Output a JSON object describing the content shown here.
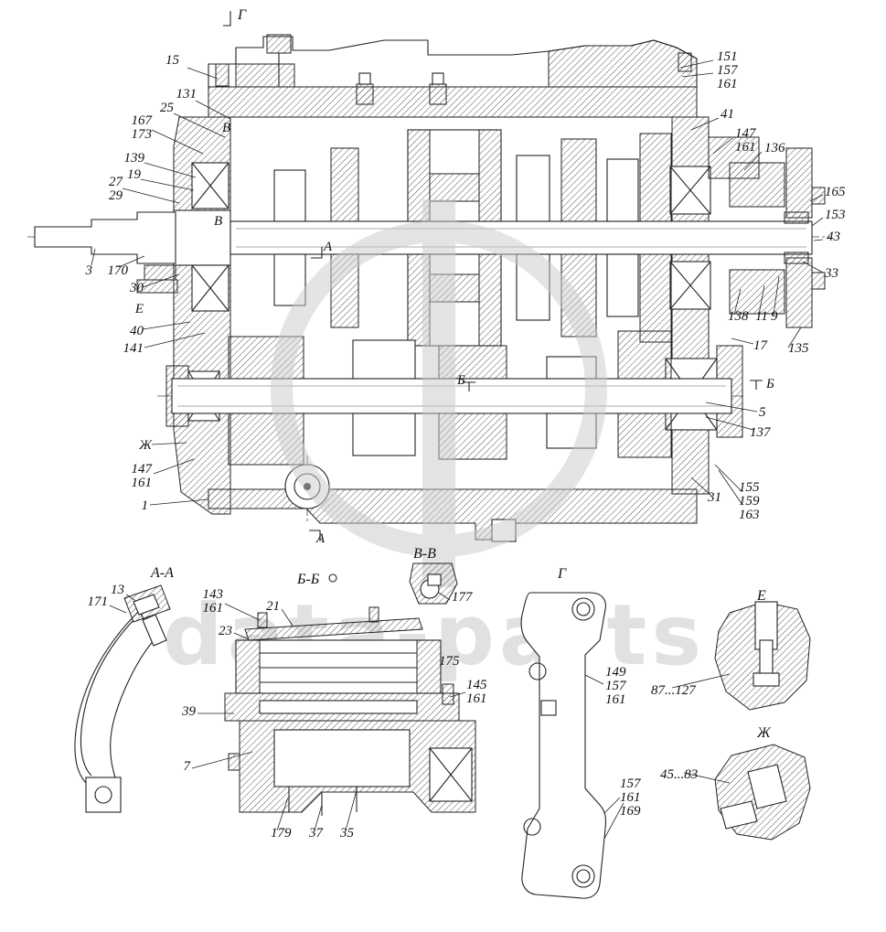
{
  "watermark": {
    "text": "data-parts"
  },
  "main": {
    "marker_top": "Г",
    "left": [
      "15",
      "131",
      "25",
      "167",
      "173",
      "139",
      "19",
      "27",
      "29",
      "3",
      "170",
      "30",
      "Е",
      "40",
      "141",
      "Ж",
      "147",
      "161",
      "1"
    ],
    "top": [
      "151",
      "157",
      "161",
      "41",
      "147",
      "161",
      "136"
    ],
    "right": [
      "165",
      "153",
      "43",
      "33",
      "138",
      "11",
      "9",
      "17",
      "135",
      "Б",
      "5",
      "137",
      "31",
      "155",
      "159",
      "163"
    ],
    "inner": [
      "В",
      "В",
      "А",
      "Б",
      "А"
    ]
  },
  "sections": {
    "aa": {
      "title": "А-А",
      "labels": [
        "13",
        "171"
      ]
    },
    "bb": {
      "title": "Б-Б",
      "labels": [
        "143",
        "161",
        "21",
        "23",
        "175",
        "145",
        "161",
        "39",
        "7",
        "179",
        "37",
        "35"
      ]
    },
    "vv": {
      "title": "В-В",
      "labels": [
        "177"
      ]
    },
    "gg": {
      "title": "Г",
      "labels": [
        "149",
        "157",
        "161",
        "157",
        "161",
        "169"
      ]
    },
    "ee": {
      "title": "Е",
      "labels": [
        "87...127"
      ]
    },
    "zh": {
      "title": "Ж",
      "labels": [
        "45...83"
      ]
    }
  }
}
